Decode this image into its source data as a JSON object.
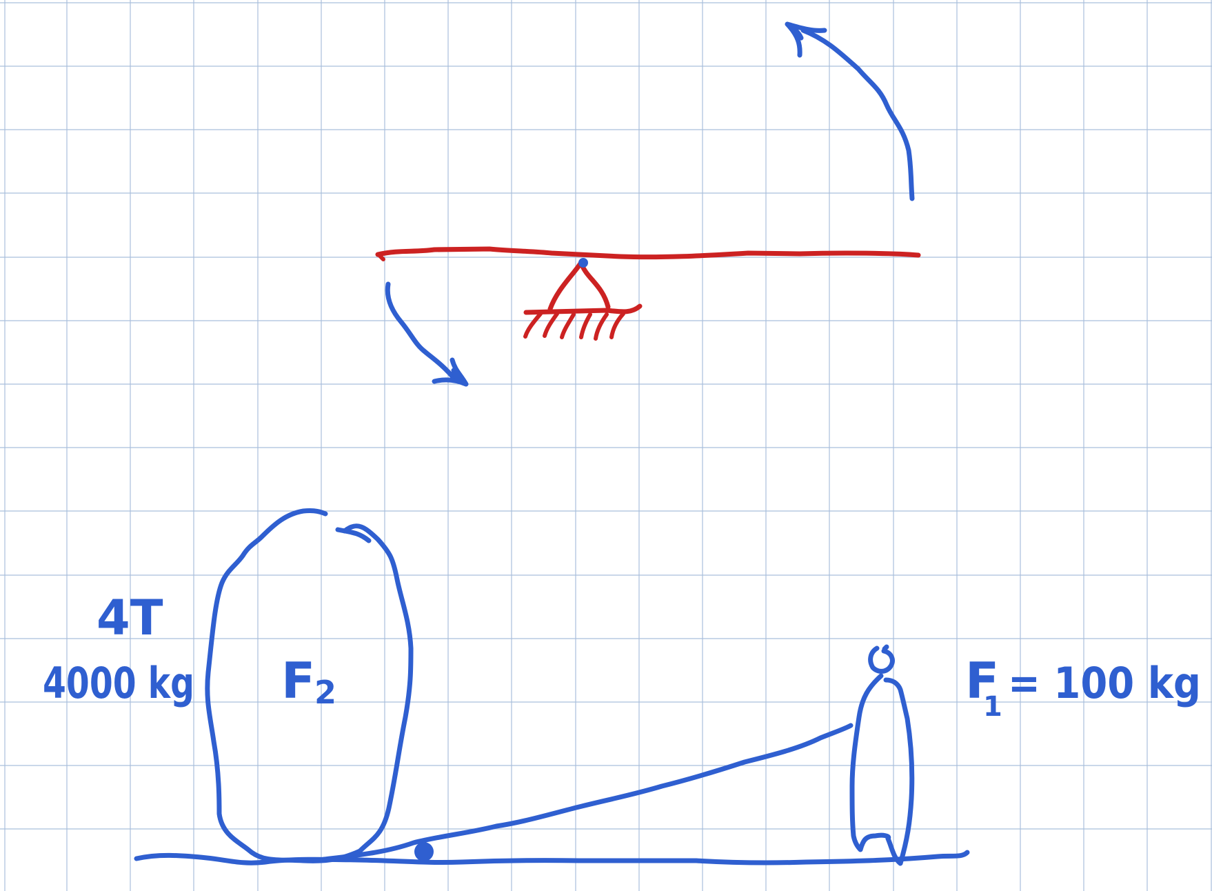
{
  "colors": {
    "paper": "#ffffff",
    "grid": "#a9bfdc",
    "blue_ink": "#2f5fd0",
    "red_ink": "#cc2222"
  },
  "labels": {
    "mass_tonnes": "4T",
    "mass_large": "4000 kg",
    "force_large": "F",
    "force_large_sub": "2",
    "force_small": "F",
    "force_small_sub": "1",
    "mass_small": "= 100 kg"
  },
  "icons": {
    "pivot": "fixed-pivot-support-icon",
    "rotation_up": "curved-arrow-counterclockwise-icon",
    "rotation_down": "curved-arrow-clockwise-icon",
    "person": "stick-person-icon",
    "boulder": "boulder-icon",
    "fulcrum": "fulcrum-dot-icon"
  }
}
